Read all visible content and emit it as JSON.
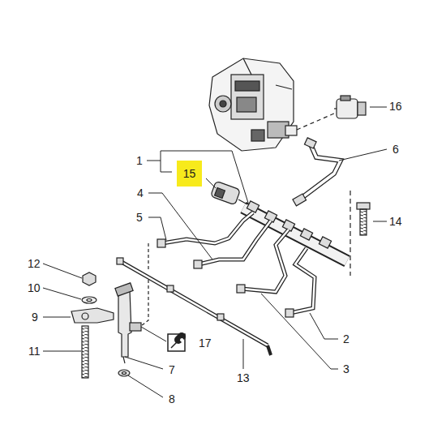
{
  "diagram": {
    "nodes": [
      {
        "text": [
          "15"
        ]
      }
    ],
    "labels": [
      "1",
      "2",
      "3",
      "4",
      "5",
      "6",
      "7",
      "8",
      "9",
      "10",
      "11",
      "12",
      "13",
      "14",
      "16",
      "17"
    ]
  }
}
